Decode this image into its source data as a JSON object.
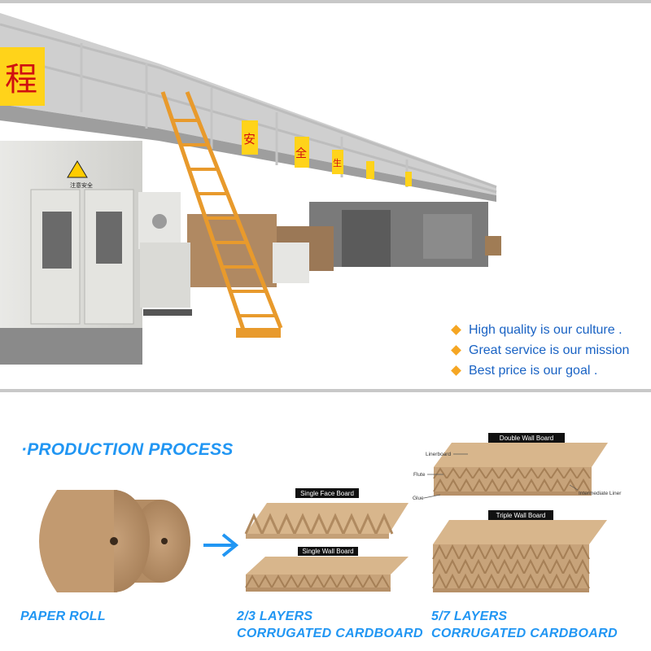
{
  "slogans": [
    "High quality is our culture .",
    "Great service is our mission",
    "Best price is our goal ."
  ],
  "banner_chars": [
    "程",
    "安",
    "全",
    "生"
  ],
  "machine_sign": "注意安全",
  "section_title": "·PRODUCTION PROCESS",
  "captions": {
    "paper_roll": "PAPER ROLL",
    "layers_23_line1": "2/3 LAYERS",
    "layers_23_line2": "CORRUGATED CARDBOARD",
    "layers_57_line1": "5/7 LAYERS",
    "layers_57_line2": "CORRUGATED CARDBOARD"
  },
  "board_labels": {
    "single_face": "Single Face Board",
    "single_wall": "Single Wall Board",
    "double_wall": "Double Wall Board",
    "triple_wall": "Triple Wall Board",
    "linerboard": "Linerboard",
    "flute": "Flute",
    "glue": "Glue",
    "intermediate_liner": "Intermediate Liner"
  },
  "colors": {
    "accent_blue": "#2196f3",
    "slogan_blue": "#1a63c4",
    "bullet_orange": "#f5a623",
    "kraft": "#c9a57a",
    "stair_orange": "#e89a2c"
  },
  "icons": [
    "diamond-bullet-icon",
    "arrow-right-icon",
    "warning-triangle-icon"
  ]
}
